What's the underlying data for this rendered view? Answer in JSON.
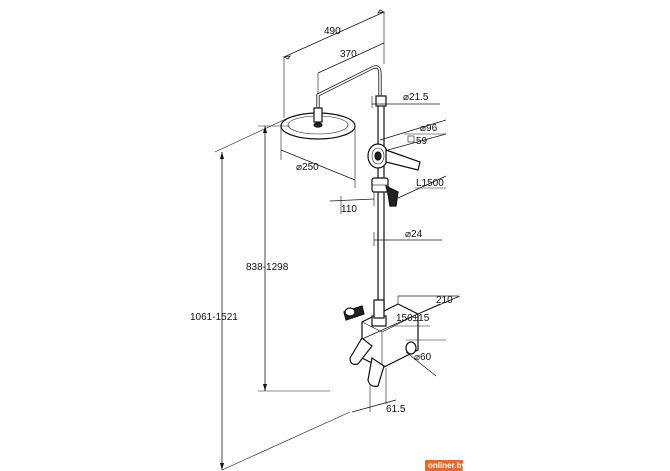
{
  "dimensions": {
    "total_width": "490",
    "arm_length": "370",
    "riser_diameter_top": "⌀21.5",
    "handshower_diameter": "⌀96",
    "handshower_face": "59",
    "head_diameter": "⌀250",
    "hose_length": "L1500",
    "holder_offset": "110",
    "riser_diameter": "⌀24",
    "column_height": "838-1298",
    "overall_height": "1061-1521",
    "mixer_depth": "210",
    "center_distance": "150±15",
    "mixer_diameter": "⌀60",
    "spout_projection": "61.5"
  },
  "watermark": {
    "text": "onliner.by",
    "color": "#e8672a"
  }
}
